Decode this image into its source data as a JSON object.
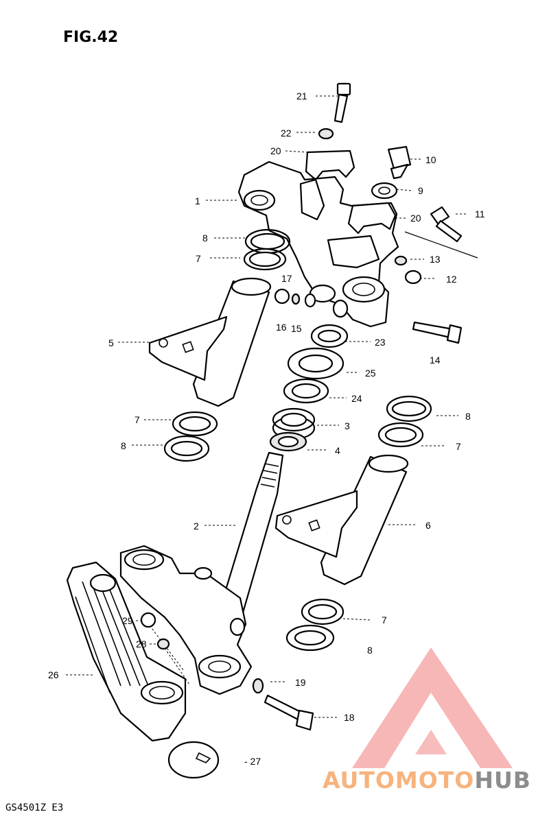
{
  "figure_title": "FIG.42",
  "model_code": "GS4501Z E3",
  "parts": [
    "1",
    "2",
    "3",
    "4",
    "5",
    "6",
    "7",
    "8",
    "9",
    "10",
    "11",
    "12",
    "13",
    "14",
    "15",
    "16",
    "17",
    "18",
    "19",
    "20",
    "21",
    "22",
    "23",
    "24",
    "25",
    "26",
    "27",
    "28",
    "29"
  ],
  "labels": {
    "l1": "1",
    "l2": "2",
    "l3": "3",
    "l4": "4",
    "l5": "5",
    "l6": "6",
    "l7a": "7",
    "l7b": "7",
    "l7c": "7",
    "l7d": "7",
    "l8a": "8",
    "l8b": "8",
    "l8c": "8",
    "l8d": "8",
    "l9": "9",
    "l10": "10",
    "l11": "11",
    "l12": "12",
    "l13": "13",
    "l14": "14",
    "l15": "15",
    "l16": "16",
    "l17": "17",
    "l18": "18",
    "l19": "19",
    "l20a": "20",
    "l20b": "20",
    "l21": "21",
    "l22": "22",
    "l23": "23",
    "l24": "24",
    "l25": "25",
    "l26": "26",
    "l27": "- 27",
    "l28": "28",
    "l29": "29"
  },
  "watermark": {
    "part1": "AUTOMOTO",
    "part2": "HUB",
    "color_primary": "#f07b7b",
    "color_text_warm": "#f7b37d",
    "color_text_grey": "#8d8d8d"
  }
}
